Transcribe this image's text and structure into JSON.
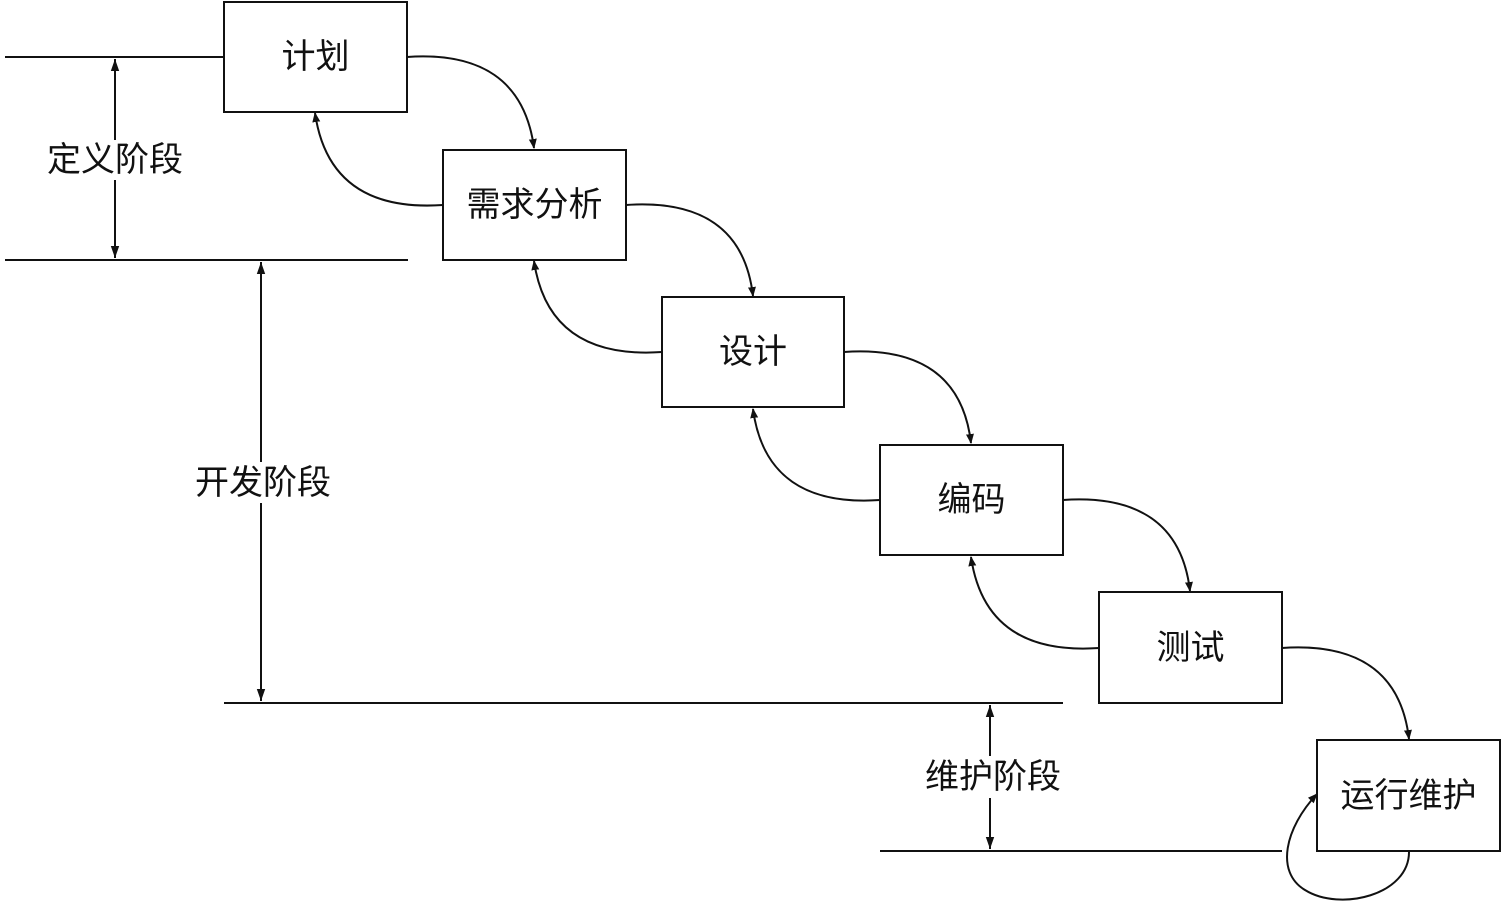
{
  "steps": [
    {
      "label": "计划"
    },
    {
      "label": "需求分析"
    },
    {
      "label": "设计"
    },
    {
      "label": "编码"
    },
    {
      "label": "测试"
    },
    {
      "label": "运行维护"
    }
  ],
  "phases": {
    "definition": "定义阶段",
    "development": "开发阶段",
    "maintenance": "维护阶段"
  },
  "colors": {
    "stroke": "#111111",
    "background": "#ffffff"
  }
}
